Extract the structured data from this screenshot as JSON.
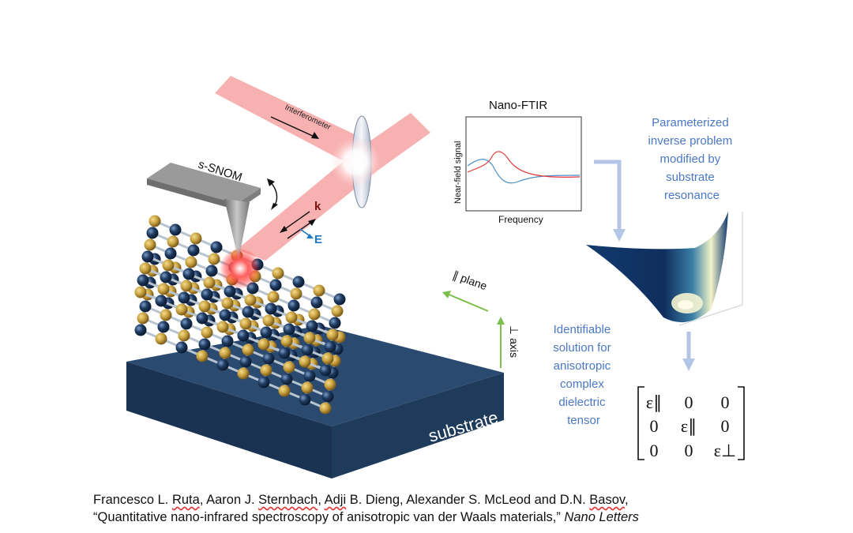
{
  "labels": {
    "interferometer": "Interferometer",
    "ssnom": "s-SNOM",
    "k": "k",
    "e": "E",
    "plane": "∥ plane",
    "axis": "⊥ axis",
    "substrate": "substrate"
  },
  "nanoftir": {
    "title": "Nano-FTIR",
    "ylabel": "Near-field signal",
    "xlabel": "Frequency"
  },
  "notes": {
    "inverse": [
      "Parameterized",
      "inverse problem",
      "modified by",
      "substrate",
      "resonance"
    ],
    "solution": [
      "Identifiable",
      "solution for",
      "anisotropic",
      "complex",
      "dielectric",
      "tensor"
    ]
  },
  "tensor": {
    "rows": [
      [
        "ε∥",
        "0",
        "0"
      ],
      [
        "0",
        "ε∥",
        "0"
      ],
      [
        "0",
        "0",
        "ε⊥"
      ]
    ]
  },
  "citation": {
    "line1_parts": [
      "Francesco L. ",
      "Ruta",
      ", Aaron J. ",
      "Sternbach",
      ", ",
      "Adji",
      " B. Dieng, Alexander S. McLeod and D.N. ",
      "Basov",
      ","
    ],
    "line2_main": "“Quantitative nano-infrared spectroscopy of anisotropic van der Waals materials,” ",
    "journal": "Nano Letters"
  },
  "colors": {
    "beam": "#f7a9a9",
    "gold_atom": "#c8a040",
    "navy_atom": "#1f3c62",
    "substrate": "#1f3b5c",
    "blue_text": "#4a78c4",
    "green_arrow": "#7cbf4a",
    "red_curve": "#e03a3a",
    "blue_curve": "#4a90c8"
  }
}
